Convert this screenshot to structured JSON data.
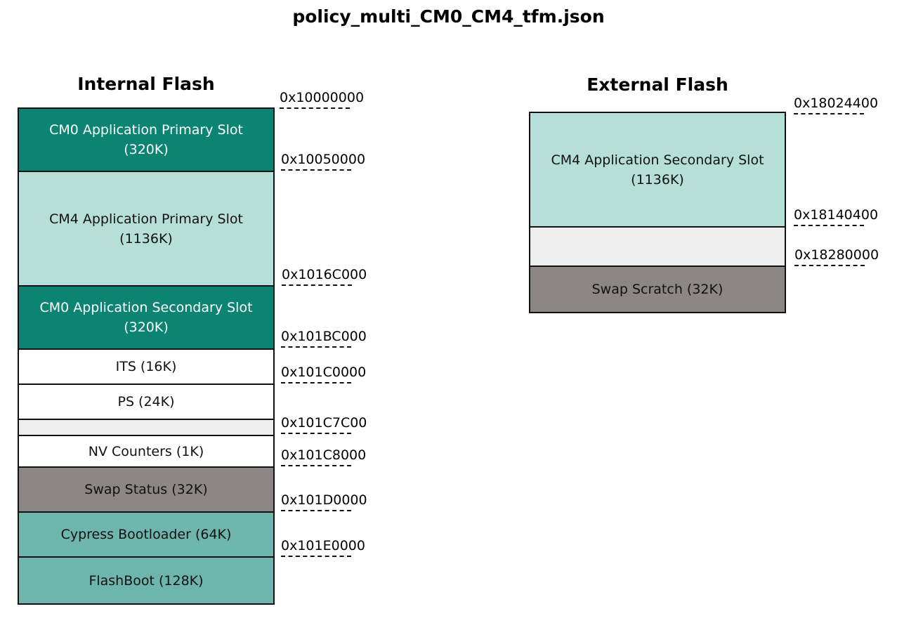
{
  "title": "policy_multi_CM0_CM4_tfm.json",
  "internal": {
    "heading": "Internal Flash",
    "blocks": [
      {
        "line1": "CM0 Application Primary Slot",
        "line2": "(320K)"
      },
      {
        "line1": "CM4 Application Primary Slot",
        "line2": "(1136K)"
      },
      {
        "line1": "CM0 Application Secondary Slot",
        "line2": "(320K)"
      },
      {
        "line1": "ITS (16K)",
        "line2": ""
      },
      {
        "line1": "PS (24K)",
        "line2": ""
      },
      {
        "line1": "",
        "line2": ""
      },
      {
        "line1": "NV Counters (1K)",
        "line2": ""
      },
      {
        "line1": "Swap Status (32K)",
        "line2": ""
      },
      {
        "line1": "Cypress Bootloader (64K)",
        "line2": ""
      },
      {
        "line1": "FlashBoot (128K)",
        "line2": ""
      }
    ],
    "addresses": [
      "0x10000000",
      "0x10050000",
      "0x1016C000",
      "0x101BC000",
      "0x101C0000",
      "0x101C7C00",
      "0x101C8000",
      "0x101D0000",
      "0x101E0000"
    ]
  },
  "external": {
    "heading": "External Flash",
    "blocks": [
      {
        "line1": "CM4 Application Secondary Slot",
        "line2": "(1136K)"
      },
      {
        "line1": "",
        "line2": ""
      },
      {
        "line1": "Swap Scratch (32K)",
        "line2": ""
      }
    ],
    "addresses": [
      "0x18024400",
      "0x18140400",
      "0x18280000"
    ]
  },
  "colors": {
    "dark_teal": "#0b8474",
    "light_teal": "#b6dfd9",
    "mid_teal": "#6eb5ad",
    "gray_block": "#8c8784",
    "empty_block": "#efefef"
  }
}
